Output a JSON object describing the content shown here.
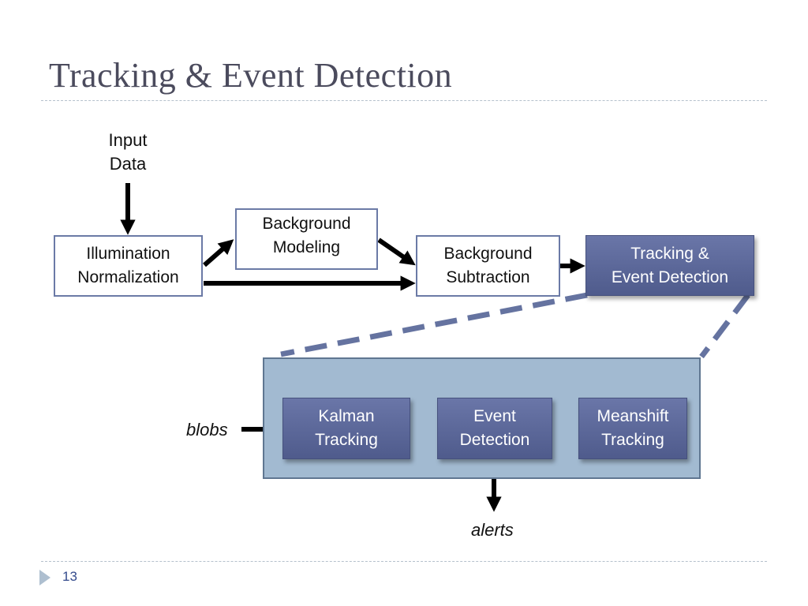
{
  "slide": {
    "title": "Tracking & Event Detection",
    "page_number": "13"
  },
  "diagram": {
    "input_label": "Input\nData",
    "illumination": "Illumination\nNormalization",
    "background_modeling": "Background\nModeling",
    "background_subtraction": "Background\nSubtraction",
    "tracking_event_detection": "Tracking &\nEvent Detection",
    "blobs_label": "blobs",
    "kalman": "Kalman\nTracking",
    "event_detection": "Event\nDetection",
    "meanshift": "Meanshift\nTracking",
    "alerts_label": "alerts"
  },
  "colors": {
    "title_text": "#4b4b5d",
    "box_border": "#6b7aa6",
    "dark_box": "#5a6698",
    "panel_fill": "#a2bad1",
    "dashed_connector": "#6573a0",
    "arrow": "#000000"
  }
}
